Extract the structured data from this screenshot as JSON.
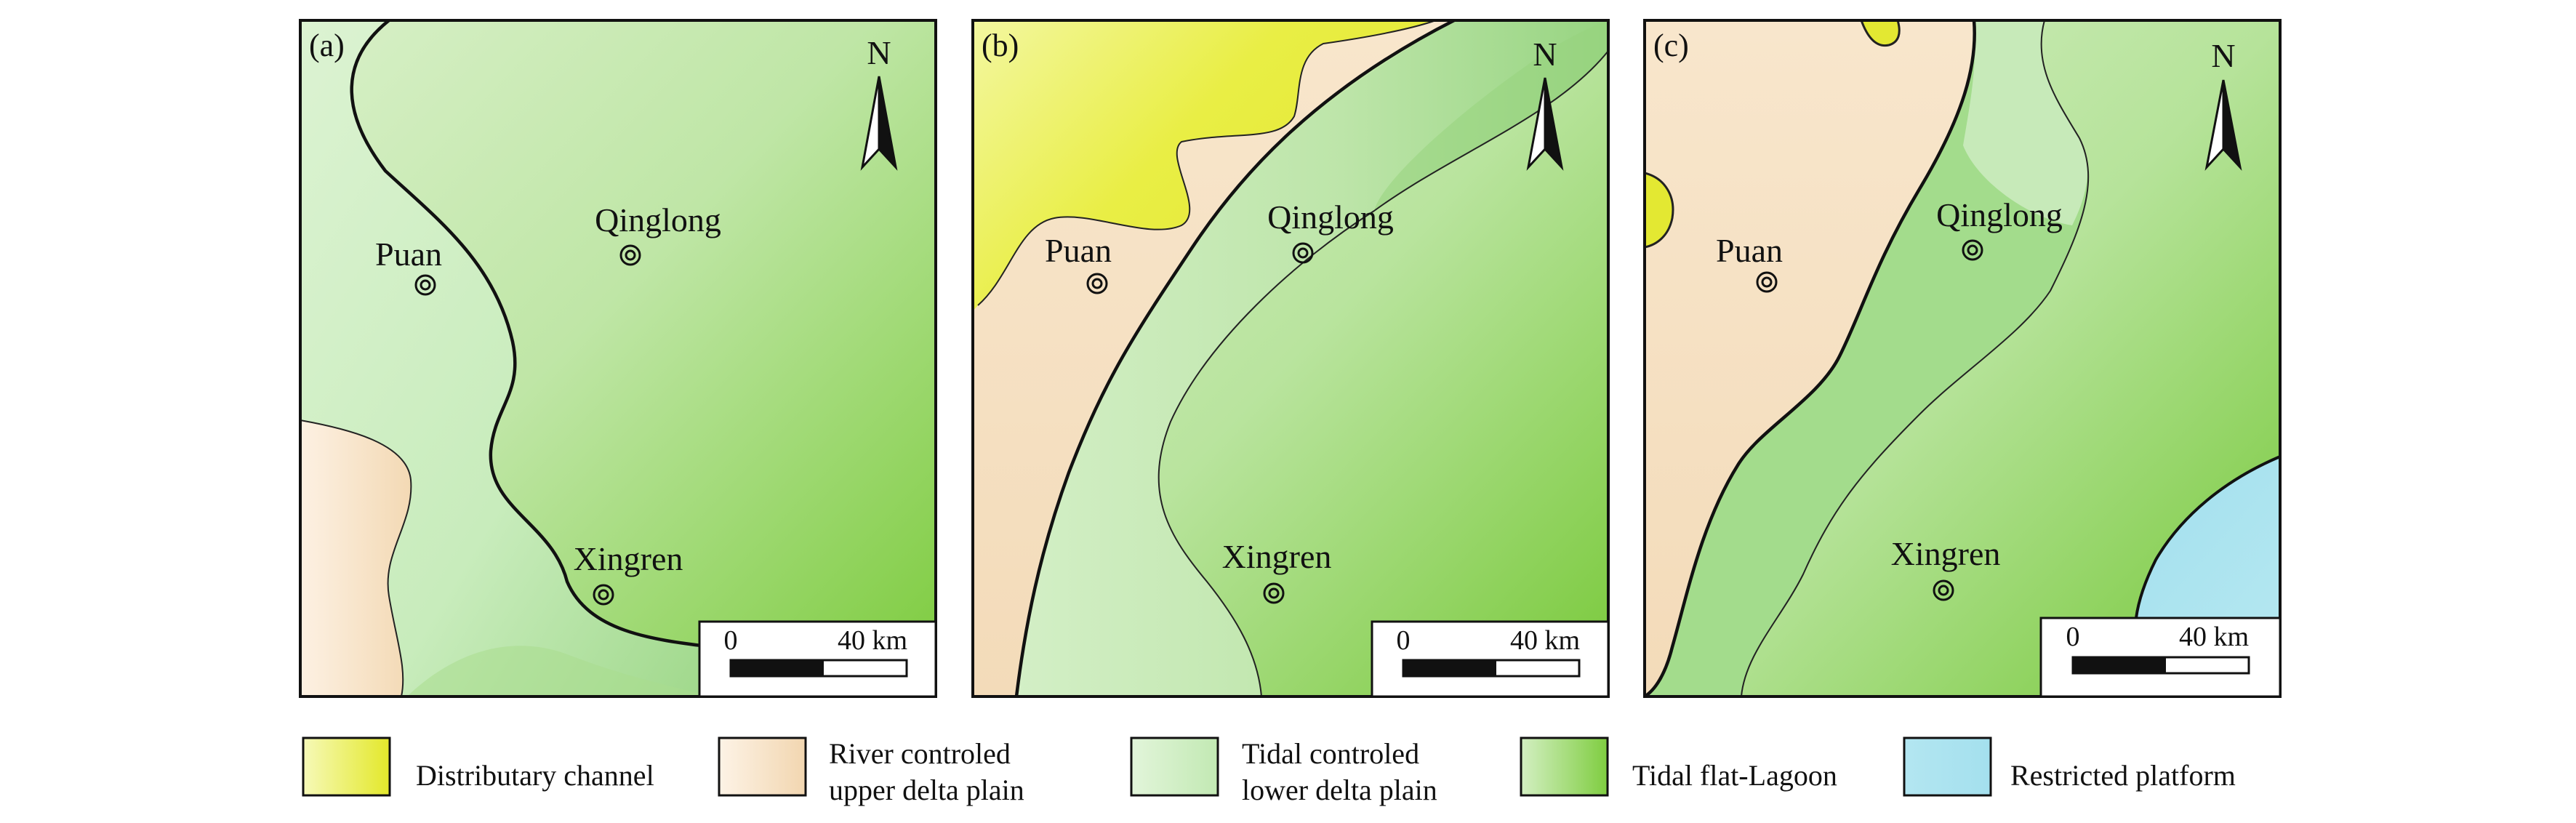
{
  "panels": [
    {
      "label": "(a)",
      "north": "N",
      "cities": {
        "puan": "Puan",
        "qinglong": "Qinglong",
        "xingren": "Xingren"
      },
      "scale": {
        "zero": "0",
        "dist": "40 km"
      }
    },
    {
      "label": "(b)",
      "north": "N",
      "cities": {
        "puan": "Puan",
        "qinglong": "Qinglong",
        "xingren": "Xingren"
      },
      "scale": {
        "zero": "0",
        "dist": "40 km"
      }
    },
    {
      "label": "(c)",
      "north": "N",
      "cities": {
        "puan": "Puan",
        "qinglong": "Qinglong",
        "xingren": "Xingren"
      },
      "scale": {
        "zero": "0",
        "dist": "40 km"
      }
    }
  ],
  "legend": [
    {
      "line1": "Distributary channel",
      "line2": "",
      "color": "#e8ee3a",
      "icon": "distributary-channel-swatch"
    },
    {
      "line1": "River controled",
      "line2": "upper delta plain",
      "color": "#f6e2c6",
      "icon": "upper-delta-plain-swatch"
    },
    {
      "line1": "Tidal controled",
      "line2": "lower delta plain",
      "color": "#cfeec4",
      "icon": "lower-delta-plain-swatch"
    },
    {
      "line1": "Tidal flat-Lagoon",
      "line2": "",
      "color": "#86d248",
      "icon": "tidal-flat-lagoon-swatch"
    },
    {
      "line1": "Restricted platform",
      "line2": "",
      "color": "#a9e2ee",
      "icon": "restricted-platform-swatch"
    }
  ]
}
